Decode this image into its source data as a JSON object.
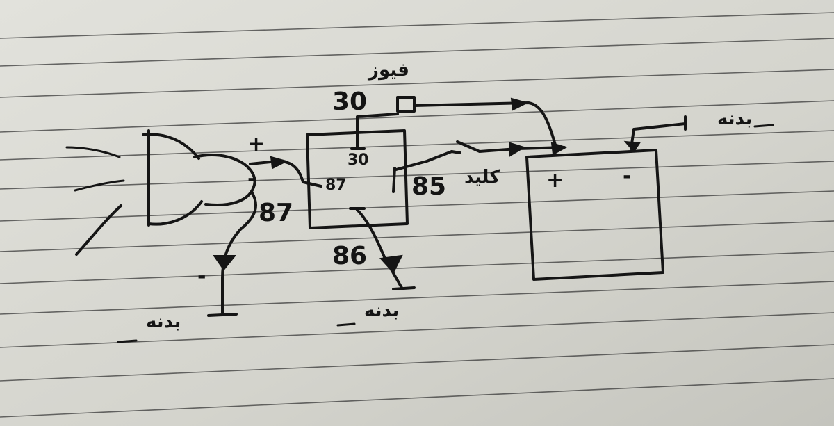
{
  "labels": {
    "fuse": "فیوز",
    "switch": "کلید",
    "ground_right": "بدنه",
    "ground_left": "بدنه",
    "ground_middle": "بدنه",
    "pin_30_top": "30",
    "pin_30_inside": "30",
    "pin_87_inside": "87",
    "pin_87_outside": "87",
    "pin_85": "85",
    "pin_86": "86",
    "horn_plus": "+",
    "horn_minus": "-",
    "ground_minus": "-",
    "battery_plus": "+",
    "battery_minus": "-"
  },
  "colors": {
    "ink": "#151515",
    "paper": "#dcdcd6",
    "rule": "#3a3a3a"
  }
}
